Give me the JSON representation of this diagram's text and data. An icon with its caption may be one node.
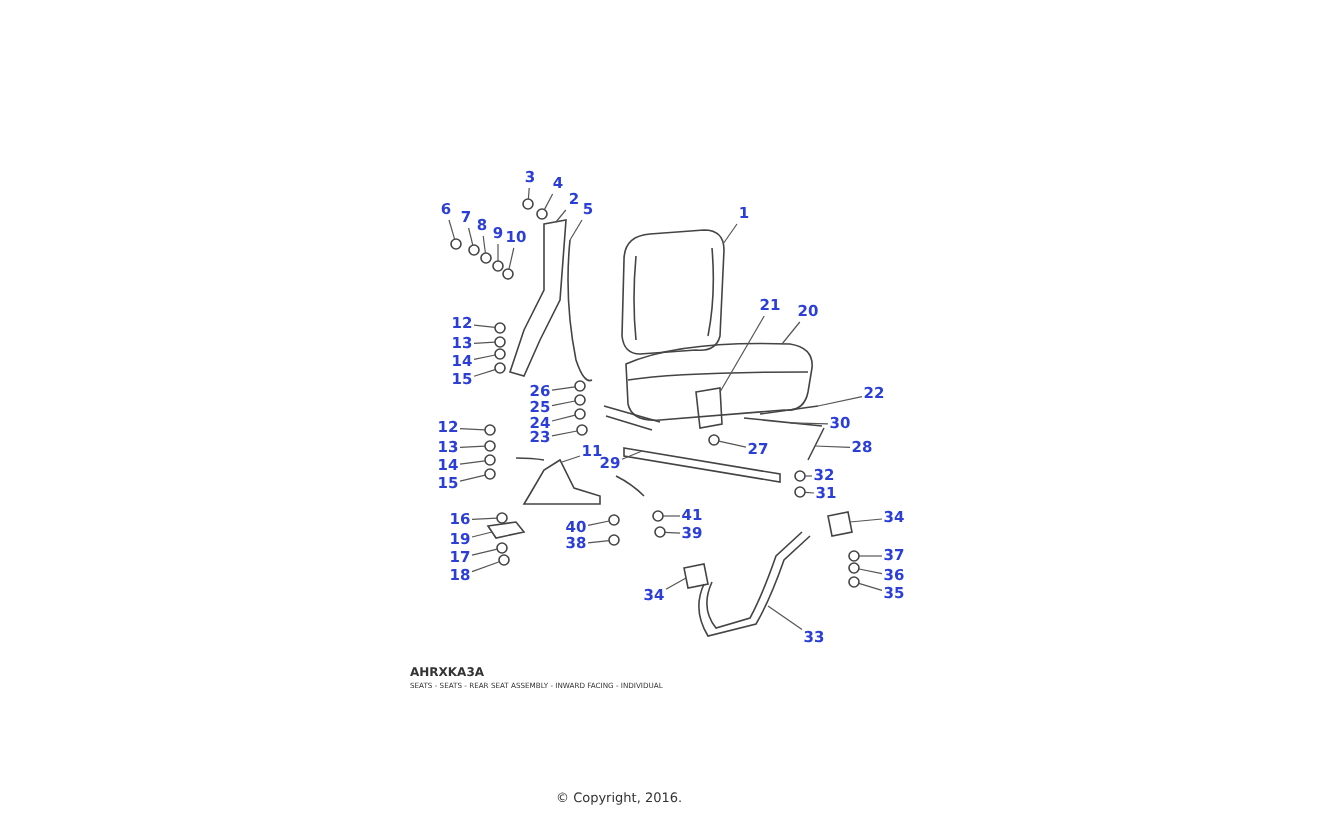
{
  "diagram": {
    "nodes": [
      {
        "text": [
          "1"
        ]
      },
      {
        "text": [
          "2"
        ]
      },
      {
        "text": [
          "3"
        ]
      },
      {
        "text": [
          "4"
        ]
      },
      {
        "text": [
          "5"
        ]
      },
      {
        "text": [
          "6"
        ]
      },
      {
        "text": [
          "7"
        ]
      },
      {
        "text": [
          "8"
        ]
      },
      {
        "text": [
          "9"
        ]
      },
      {
        "text": [
          "10"
        ]
      },
      {
        "text": [
          "12"
        ]
      },
      {
        "text": [
          "13"
        ]
      },
      {
        "text": [
          "14"
        ]
      },
      {
        "text": [
          "15"
        ]
      },
      {
        "text": [
          "21"
        ]
      },
      {
        "text": [
          "20"
        ]
      },
      {
        "text": [
          "26"
        ]
      },
      {
        "text": [
          "25"
        ]
      },
      {
        "text": [
          "24"
        ]
      },
      {
        "text": [
          "23"
        ]
      },
      {
        "text": [
          "22"
        ]
      },
      {
        "text": [
          "30"
        ]
      },
      {
        "text": [
          "28"
        ]
      },
      {
        "text": [
          "27"
        ]
      },
      {
        "text": [
          "12"
        ]
      },
      {
        "text": [
          "13"
        ]
      },
      {
        "text": [
          "14"
        ]
      },
      {
        "text": [
          "15"
        ]
      },
      {
        "text": [
          "11"
        ]
      },
      {
        "text": [
          "29"
        ]
      },
      {
        "text": [
          "32"
        ]
      },
      {
        "text": [
          "31"
        ]
      },
      {
        "text": [
          "16"
        ]
      },
      {
        "text": [
          "19"
        ]
      },
      {
        "text": [
          "17"
        ]
      },
      {
        "text": [
          "18"
        ]
      },
      {
        "text": [
          "41"
        ]
      },
      {
        "text": [
          "39"
        ]
      },
      {
        "text": [
          "40"
        ]
      },
      {
        "text": [
          "38"
        ]
      },
      {
        "text": [
          "34"
        ]
      },
      {
        "text": [
          "37"
        ]
      },
      {
        "text": [
          "36"
        ]
      },
      {
        "text": [
          "35"
        ]
      },
      {
        "text": [
          "34"
        ]
      },
      {
        "text": [
          "33"
        ]
      },
      {
        "text": [],
        "shape": "picture"
      },
      {
        "text": [],
        "shape": "picture"
      },
      {
        "text": [],
        "shape": "circle"
      },
      {
        "text": [],
        "shape": "circle"
      },
      {
        "text": [],
        "shape": "picture"
      },
      {
        "text": [],
        "shape": "circle"
      },
      {
        "text": [],
        "shape": "circle"
      },
      {
        "text": [],
        "shape": "circle"
      },
      {
        "text": [],
        "shape": "circle"
      },
      {
        "text": [],
        "shape": "circle"
      },
      {
        "text": [],
        "shape": "circle"
      },
      {
        "text": [],
        "shape": "circle"
      },
      {
        "text": [],
        "shape": "circle"
      },
      {
        "text": [],
        "shape": "circle"
      },
      {
        "text": [],
        "shape": "picture"
      },
      {
        "text": [],
        "shape": "picture"
      },
      {
        "text": [],
        "shape": "circle"
      },
      {
        "text": [],
        "shape": "circle"
      },
      {
        "text": [],
        "shape": "circle"
      },
      {
        "text": [],
        "shape": "circle"
      },
      {
        "text": [],
        "shape": "picture"
      },
      {
        "text": [],
        "shape": "picture"
      },
      {
        "text": [],
        "shape": "picture"
      },
      {
        "text": [],
        "shape": "circle"
      },
      {
        "text": [],
        "shape": "circle"
      },
      {
        "text": [],
        "shape": "circle"
      },
      {
        "text": [],
        "shape": "circle"
      },
      {
        "text": [],
        "shape": "circle"
      },
      {
        "text": [],
        "shape": "picture"
      },
      {
        "text": [],
        "shape": "picture"
      },
      {
        "text": [],
        "shape": "circle"
      },
      {
        "text": [],
        "shape": "circle"
      },
      {
        "text": [],
        "shape": "circle"
      },
      {
        "text": [],
        "shape": "picture"
      },
      {
        "text": [],
        "shape": "circle"
      },
      {
        "text": [],
        "shape": "circle"
      },
      {
        "text": [],
        "shape": "circle"
      },
      {
        "text": [],
        "shape": "circle"
      },
      {
        "text": [],
        "shape": "circle"
      },
      {
        "text": [],
        "shape": "circle"
      },
      {
        "text": [],
        "shape": "picture"
      },
      {
        "text": [],
        "shape": "circle"
      },
      {
        "text": [],
        "shape": "circle"
      },
      {
        "text": [],
        "shape": "circle"
      },
      {
        "text": [],
        "shape": "picture"
      },
      {
        "text": [],
        "shape": "picture"
      }
    ],
    "edges": [
      {
        "from": 0,
        "to": 46,
        "arrow": "none"
      },
      {
        "from": 1,
        "to": 47,
        "arrow": "none"
      },
      {
        "from": 2,
        "to": 48,
        "arrow": "none"
      },
      {
        "from": 3,
        "to": 49,
        "arrow": "none"
      },
      {
        "from": 4,
        "to": 50,
        "arrow": "none"
      },
      {
        "from": 5,
        "to": 51,
        "arrow": "none"
      },
      {
        "from": 6,
        "to": 52,
        "arrow": "none"
      },
      {
        "from": 7,
        "to": 53,
        "arrow": "none"
      },
      {
        "from": 8,
        "to": 54,
        "arrow": "none"
      },
      {
        "from": 9,
        "to": 55,
        "arrow": "none"
      },
      {
        "from": 10,
        "to": 56,
        "arrow": "none"
      },
      {
        "from": 11,
        "to": 57,
        "arrow": "none"
      },
      {
        "from": 12,
        "to": 58,
        "arrow": "none"
      },
      {
        "from": 13,
        "to": 59,
        "arrow": "none"
      },
      {
        "from": 14,
        "to": 60,
        "arrow": "none"
      },
      {
        "from": 15,
        "to": 61,
        "arrow": "none"
      },
      {
        "from": 16,
        "to": 62,
        "arrow": "none"
      },
      {
        "from": 17,
        "to": 63,
        "arrow": "none"
      },
      {
        "from": 18,
        "to": 64,
        "arrow": "none"
      },
      {
        "from": 19,
        "to": 65,
        "arrow": "none"
      },
      {
        "from": 20,
        "to": 66,
        "arrow": "none"
      },
      {
        "from": 21,
        "to": 67,
        "arrow": "none"
      },
      {
        "from": 22,
        "to": 68,
        "arrow": "none"
      },
      {
        "from": 23,
        "to": 69,
        "arrow": "none"
      },
      {
        "from": 24,
        "to": 70,
        "arrow": "none"
      },
      {
        "from": 25,
        "to": 71,
        "arrow": "none"
      },
      {
        "from": 26,
        "to": 72,
        "arrow": "none"
      },
      {
        "from": 27,
        "to": 73,
        "arrow": "none"
      },
      {
        "from": 28,
        "to": 74,
        "arrow": "none"
      },
      {
        "from": 29,
        "to": 75,
        "arrow": "none"
      },
      {
        "from": 30,
        "to": 76,
        "arrow": "none"
      },
      {
        "from": 31,
        "to": 77,
        "arrow": "none"
      },
      {
        "from": 32,
        "to": 78,
        "arrow": "none"
      },
      {
        "from": 33,
        "to": 79,
        "arrow": "none"
      },
      {
        "from": 34,
        "to": 80,
        "arrow": "none"
      },
      {
        "from": 35,
        "to": 81,
        "arrow": "none"
      },
      {
        "from": 36,
        "to": 82,
        "arrow": "none"
      },
      {
        "from": 37,
        "to": 83,
        "arrow": "none"
      },
      {
        "from": 38,
        "to": 84,
        "arrow": "none"
      },
      {
        "from": 39,
        "to": 85,
        "arrow": "none"
      },
      {
        "from": 40,
        "to": 86,
        "arrow": "none"
      },
      {
        "from": 41,
        "to": 87,
        "arrow": "none"
      },
      {
        "from": 42,
        "to": 88,
        "arrow": "none"
      },
      {
        "from": 43,
        "to": 89,
        "arrow": "none"
      },
      {
        "from": 44,
        "to": 90,
        "arrow": "none"
      },
      {
        "from": 45,
        "to": 91,
        "arrow": "none"
      }
    ],
    "labels": [
      "AHRXKA3A",
      "SEATS - SEATS - REAR SEAT ASSEMBLY - INWARD FACING - INDIVIDUAL",
      "© Copyright, 2016."
    ]
  }
}
